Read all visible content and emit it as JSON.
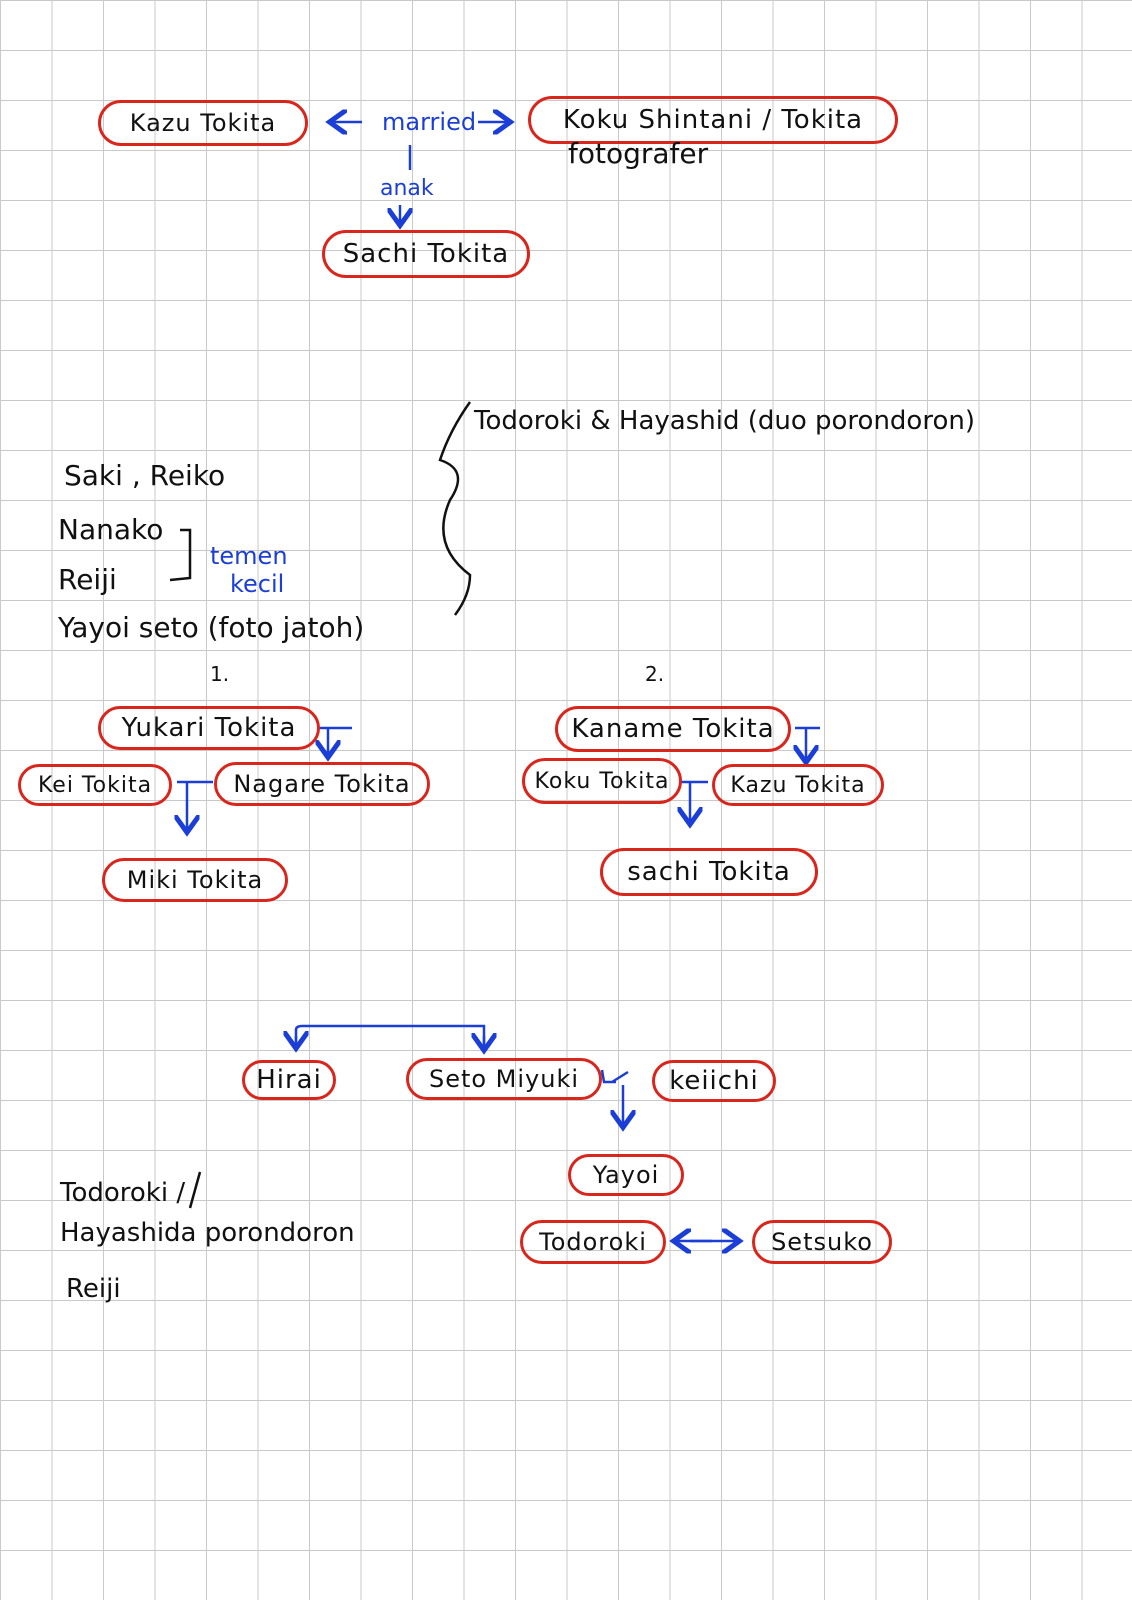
{
  "top": {
    "kazu": "Kazu Tokita",
    "married": "married",
    "koku": "Koku Shintani / Tokita",
    "fotografer": "fotografer",
    "anak": "anak",
    "sachi": "Sachi Tokita"
  },
  "middle": {
    "todoroki_line": "Todoroki & Hayashid (duo porondoron)",
    "saki_reiko": "Saki , Reiko",
    "nanako": "Nanako",
    "reiji": "Reiji",
    "temen": "temen",
    "kecil": "kecil",
    "yayoi_seto": "Yayoi seto (foto jatoh)"
  },
  "tree1": {
    "number": "1.",
    "yukari": "Yukari Tokita",
    "kei": "Kei Tokita",
    "nagare": "Nagare Tokita",
    "miki": "Miki Tokita"
  },
  "tree2": {
    "number": "2.",
    "kaname": "Kaname Tokita",
    "koku": "Koku Tokita",
    "kazu": "Kazu Tokita",
    "sachi": "sachi Tokita"
  },
  "bottom": {
    "hirai": "Hirai",
    "seto_miyuki": "Seto Miyuki",
    "keiichi": "keiichi",
    "yayoi": "Yayoi",
    "todoroki": "Todoroki",
    "setsuko": "Setsuko",
    "note1": "Todoroki /",
    "note2": "Hayashida porondoron",
    "note3": "Reiji"
  },
  "colors": {
    "ink": "#111111",
    "blue": "#1b3fd6",
    "red": "#d9261c",
    "grid": "#c9c9c9"
  }
}
